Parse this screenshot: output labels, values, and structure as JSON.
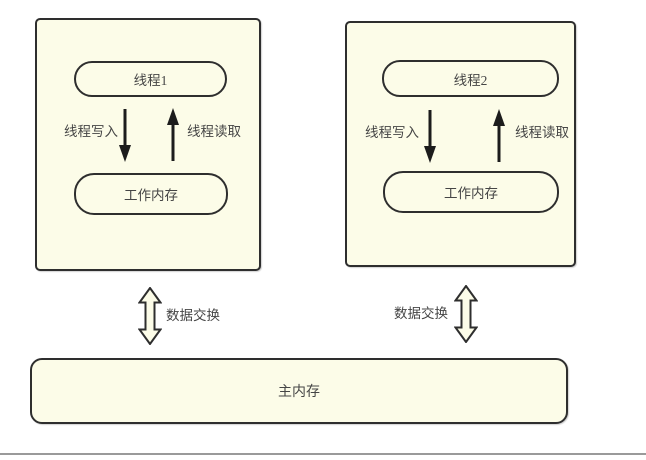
{
  "diagram": {
    "panels": [
      {
        "thread_label": "线程1",
        "write_label": "线程写入",
        "read_label": "线程读取",
        "memory_label": "工作内存",
        "exchange_label": "数据交换"
      },
      {
        "thread_label": "线程2",
        "write_label": "线程写入",
        "read_label": "线程读取",
        "memory_label": "工作内存",
        "exchange_label": "数据交换"
      }
    ],
    "main_memory_label": "主内存"
  },
  "colors": {
    "canvas": "#ffffff",
    "box_fill": "#fcfce8",
    "box_border": "#2e2e2e",
    "text": "#454545",
    "arrow": "#1c1c1c",
    "divider": "#9a9a9a"
  }
}
